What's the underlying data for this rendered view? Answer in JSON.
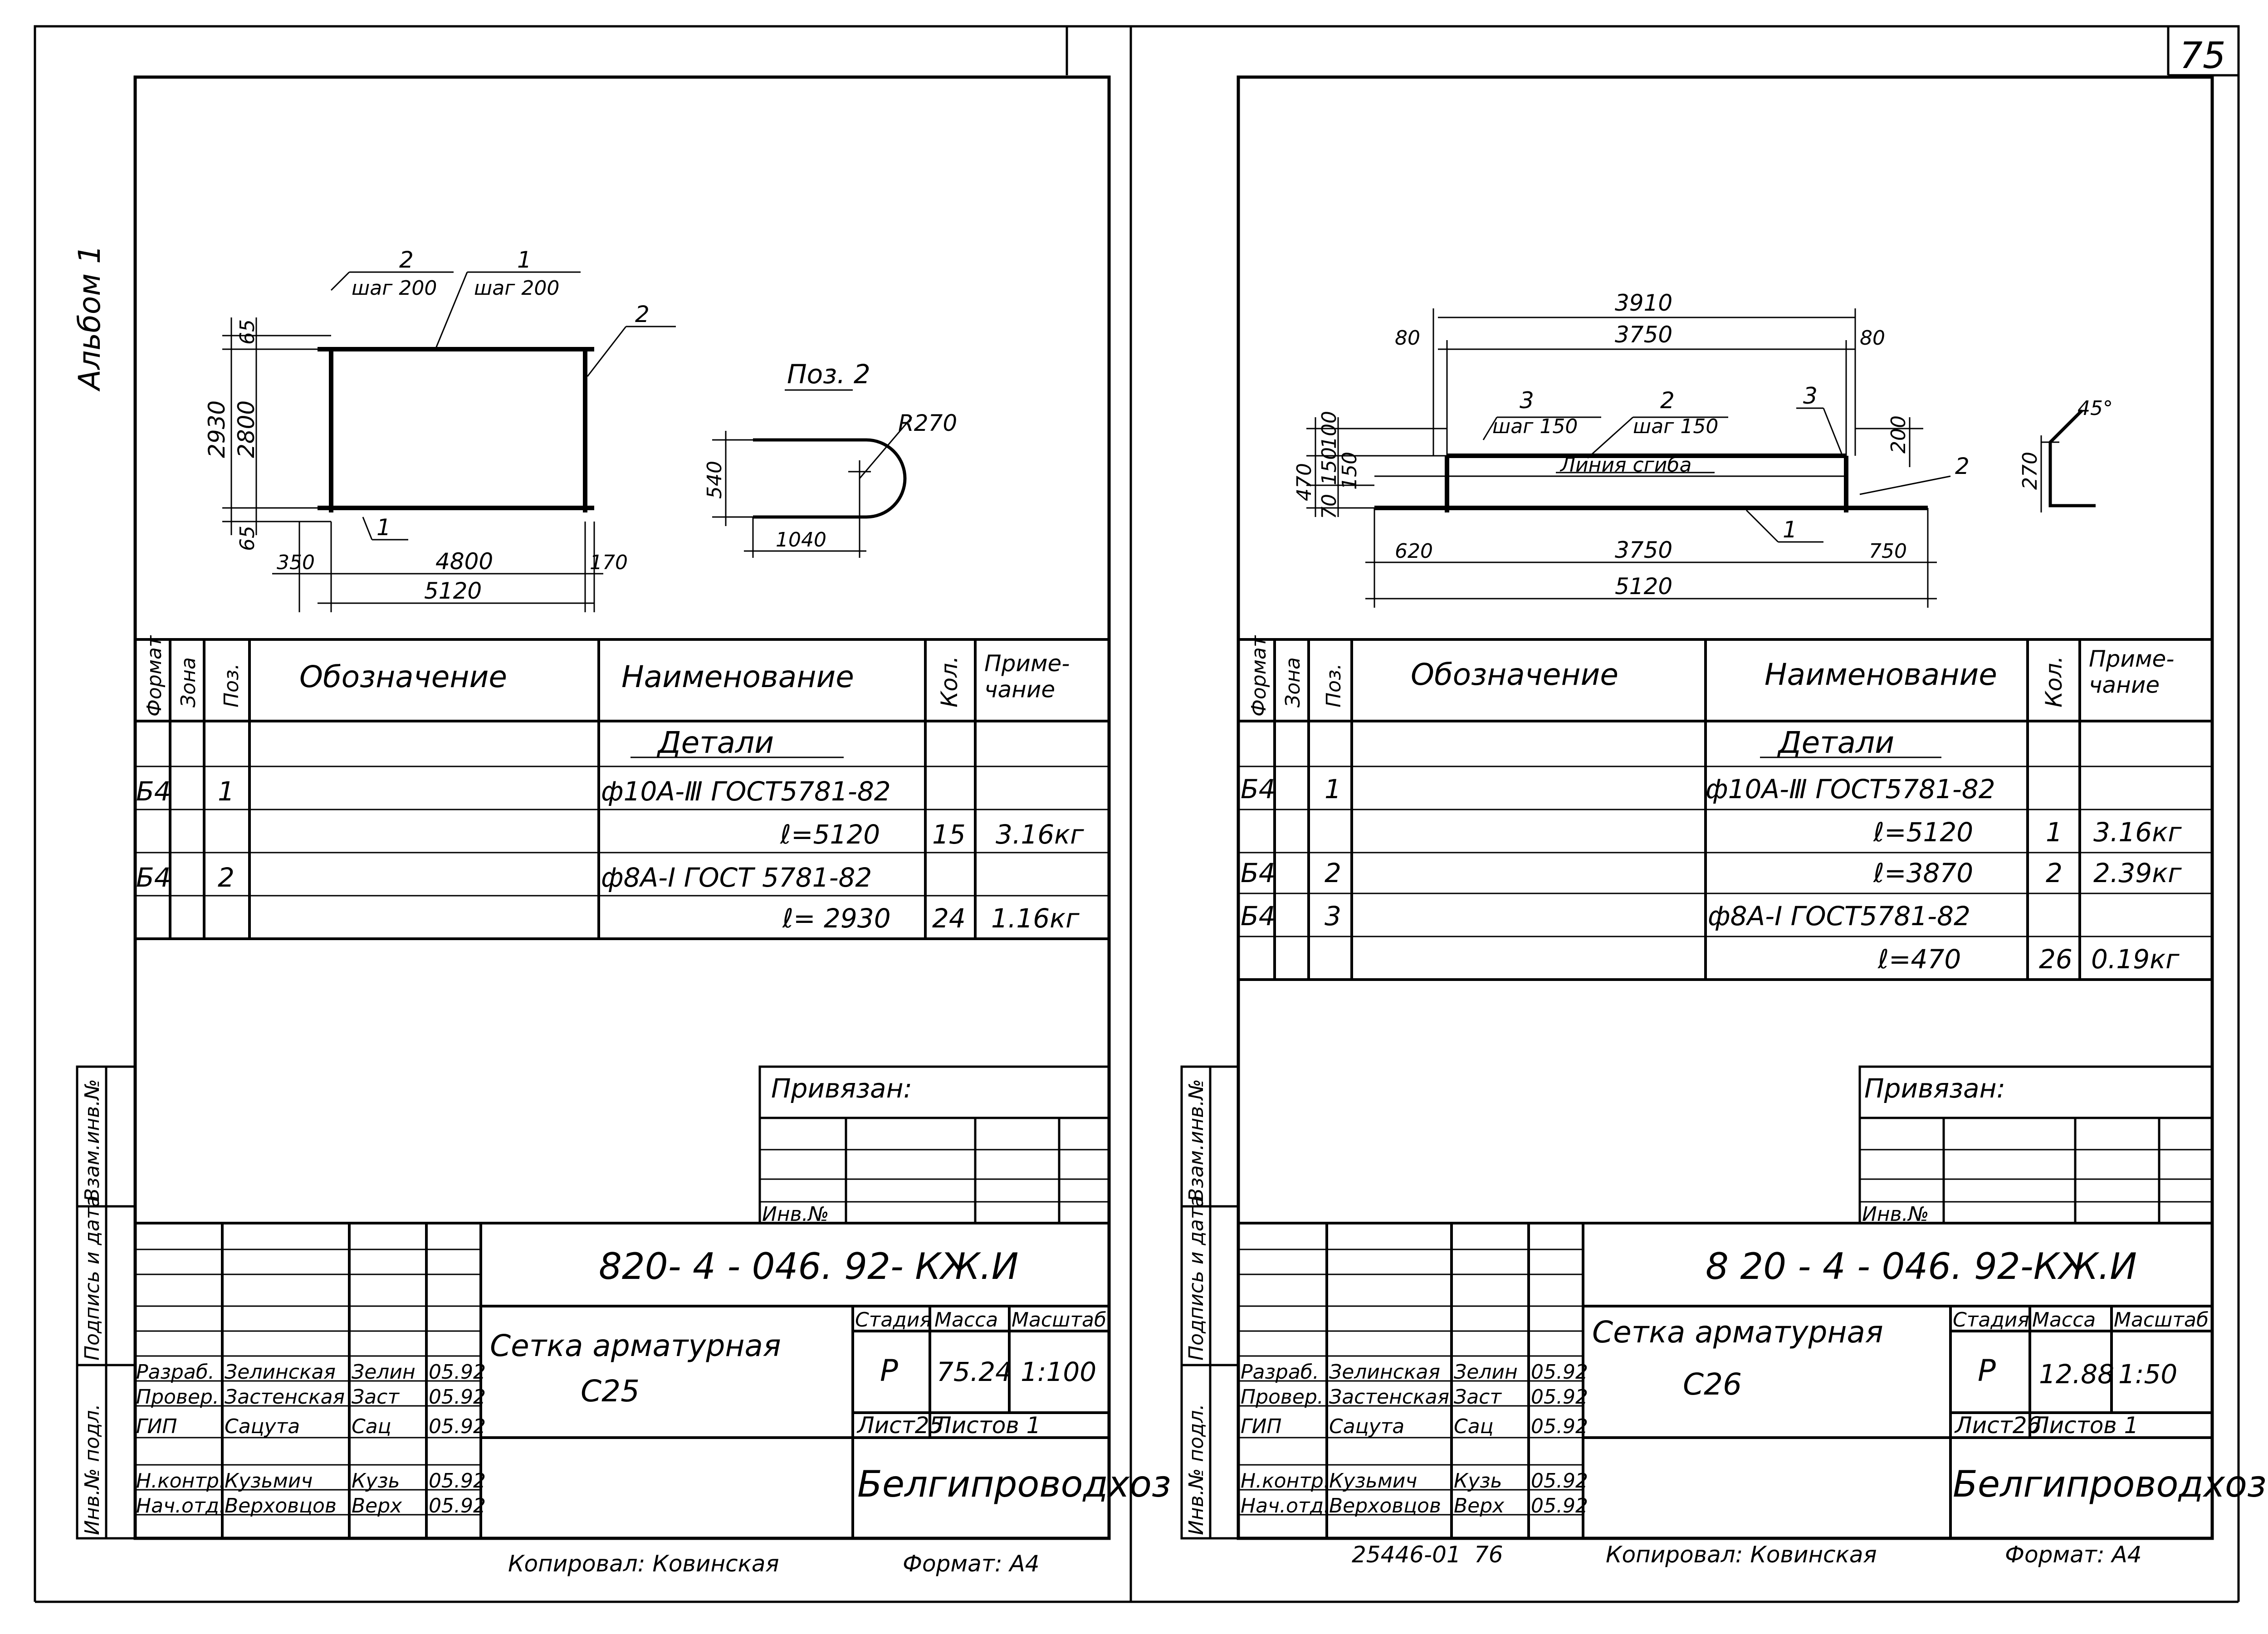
{
  "page_number": "75",
  "album": "Альбом 1",
  "side_stamp": {
    "inv_podl": "Инв.№ подл.",
    "podpis_data": "Подпись и дата",
    "vzam_inv": "Взам.инв.№"
  },
  "sheets": [
    {
      "drawing": {
        "labels": [
          "2",
          "шаг 200",
          "1",
          "шаг 200",
          "2",
          "Поз. 2",
          "R270",
          "1"
        ],
        "dims": [
          "65",
          "2930",
          "2800",
          "65",
          "540",
          "1040",
          "350",
          "4800",
          "170",
          "5120"
        ]
      },
      "spec": {
        "headers": {
          "format": "Формат",
          "zone": "Зона",
          "pos": "Поз.",
          "designation": "Обозначение",
          "name": "Наименование",
          "qty": "Кол.",
          "note": "Приме-\nчание"
        },
        "section": "Детали",
        "rows": [
          {
            "format": "Б4",
            "pos": "1",
            "name": "ф10А-Ⅲ ГОСТ5781-82",
            "qty": "",
            "note": ""
          },
          {
            "format": "",
            "pos": "",
            "name": "ℓ=5120",
            "qty": "15",
            "note": "3.16кг"
          },
          {
            "format": "Б4",
            "pos": "2",
            "name": "ф8А-I ГОСТ 5781-82",
            "qty": "",
            "note": ""
          },
          {
            "format": "",
            "pos": "",
            "name": "ℓ= 2930",
            "qty": "24",
            "note": "1.16кг"
          }
        ]
      },
      "privyazan": "Привязан:",
      "inv_no": "Инв.№",
      "title_block": {
        "code": "820- 4 - 046. 92- КЖ.И",
        "title_line1": "Сетка арматурная",
        "title_line2": "С25",
        "stage_label": "Стадия",
        "mass_label": "Масса",
        "scale_label": "Масштаб",
        "stage": "Р",
        "mass": "75.24",
        "scale": "1:100",
        "sheet": "Лист25",
        "sheets": "Листов 1",
        "org": "Белгипроводхоз",
        "people": [
          {
            "role": "Разраб.",
            "name": "Зелинская",
            "sign": "Зелин",
            "date": "05.92"
          },
          {
            "role": "Провер.",
            "name": "Застенская",
            "sign": "Заст",
            "date": "05.92"
          },
          {
            "role": "ГИП",
            "name": "Сацута",
            "sign": "Сац",
            "date": "05.92"
          },
          {
            "role": "Н.контр.",
            "name": "Кузьмич",
            "sign": "Кузь",
            "date": "05.92"
          },
          {
            "role": "Нач.отд.",
            "name": "Верховцов",
            "sign": "Верх",
            "date": "05.92"
          }
        ]
      },
      "copied": "Копировал: Ковинская",
      "format": "Формат: А4"
    },
    {
      "drawing": {
        "labels": [
          "3",
          "шаг 150",
          "2",
          "шаг 150",
          "3",
          "Линия сгиба",
          "2",
          "1",
          "45°"
        ],
        "dims": [
          "3910",
          "80",
          "3750",
          "80",
          "100",
          "200",
          "470",
          "150",
          "150",
          "70",
          "620",
          "3750",
          "750",
          "5120",
          "270"
        ]
      },
      "spec": {
        "headers": {
          "format": "Формат",
          "zone": "Зона",
          "pos": "Поз.",
          "designation": "Обозначение",
          "name": "Наименование",
          "qty": "Кол.",
          "note": "Приме-\nчание"
        },
        "section": "Детали",
        "rows": [
          {
            "format": "Б4",
            "pos": "1",
            "name": "ф10А-Ⅲ ГОСТ5781-82",
            "qty": "",
            "note": ""
          },
          {
            "format": "",
            "pos": "",
            "name": "ℓ=5120",
            "qty": "1",
            "note": "3.16кг"
          },
          {
            "format": "Б4",
            "pos": "2",
            "name": "ℓ=3870",
            "qty": "2",
            "note": "2.39кг"
          },
          {
            "format": "Б4",
            "pos": "3",
            "name": "ф8А-I ГОСТ5781-82",
            "qty": "",
            "note": ""
          },
          {
            "format": "",
            "pos": "",
            "name": "ℓ=470",
            "qty": "26",
            "note": "0.19кг"
          }
        ]
      },
      "privyazan": "Привязан:",
      "inv_no": "Инв.№",
      "title_block": {
        "code": "8 20 - 4 - 046. 92-КЖ.И",
        "title_line1": "Сетка арматурная",
        "title_line2": "С26",
        "stage_label": "Стадия",
        "mass_label": "Масса",
        "scale_label": "Масштаб",
        "stage": "Р",
        "mass": "12.88",
        "scale": "1:50",
        "sheet": "Лист26",
        "sheets": "Листов 1",
        "org": "Белгипроводхоз",
        "people": [
          {
            "role": "Разраб.",
            "name": "Зелинская",
            "sign": "Зелин",
            "date": "05.92"
          },
          {
            "role": "Провер.",
            "name": "Застенская",
            "sign": "Заст",
            "date": "05.92"
          },
          {
            "role": "ГИП",
            "name": "Сацута",
            "sign": "Сац",
            "date": "05.92"
          },
          {
            "role": "Н.контр.",
            "name": "Кузьмич",
            "sign": "Кузь",
            "date": "05.92"
          },
          {
            "role": "Нач.отд.",
            "name": "Верховцов",
            "sign": "Верх",
            "date": "05.92"
          }
        ]
      },
      "inventory_stamp": "25446-01",
      "inventory_page": "76",
      "copied": "Копировал: Ковинская",
      "format": "Формат: А4"
    }
  ]
}
